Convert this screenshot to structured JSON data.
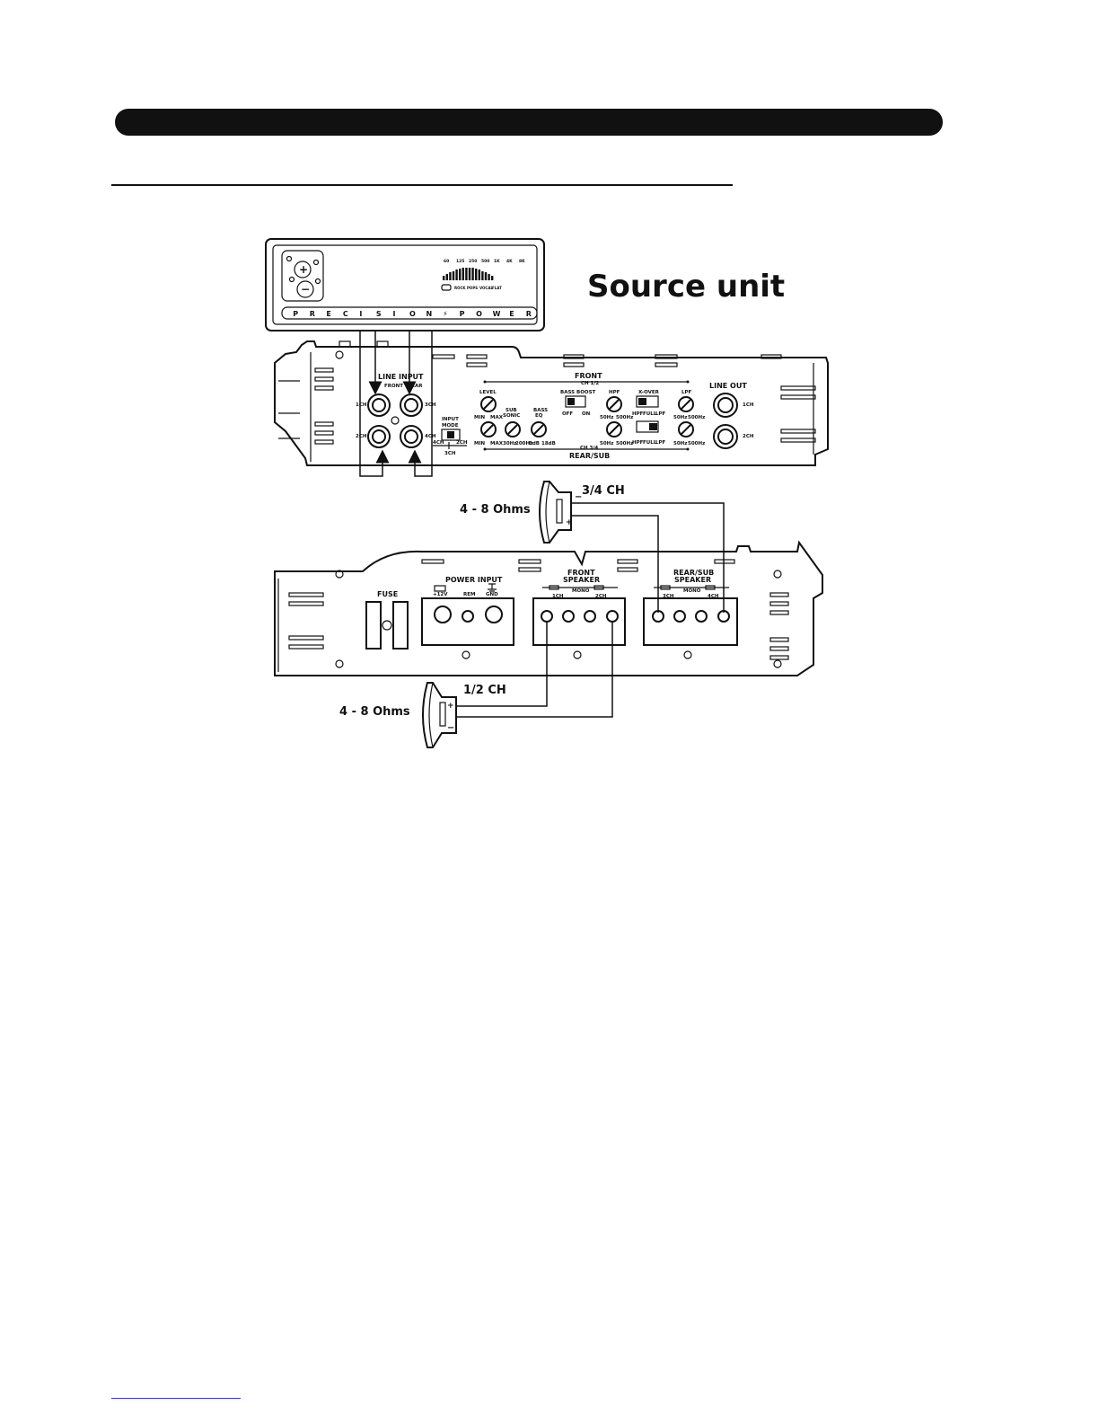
{
  "source_unit": {
    "title": "Source unit",
    "brand_letters": [
      "P",
      "R",
      "E",
      "C",
      "I",
      "S",
      "I",
      "O",
      "N",
      "⚡",
      "P",
      "O",
      "W",
      "E",
      "R"
    ],
    "eq_top_labels": [
      "60",
      "125",
      "250",
      "500",
      "1K",
      "4K",
      "8K"
    ],
    "eq_bottom_labels": [
      "ROCK",
      "POPS",
      "VOCAL",
      "FLAT"
    ],
    "plus_symbol": "+",
    "minus_symbol": "−"
  },
  "input_amp": {
    "line_input": "LINE INPUT",
    "front": "FRONT",
    "rear": "REAR",
    "ch_1": "1CH",
    "ch_2": "2CH",
    "ch_3": "3CH",
    "ch_4": "4CH",
    "input_mode": "INPUT",
    "input_mode_2": "MODE",
    "mode_4ch": "4CH",
    "mode_2ch": "2CH",
    "mode_3ch": "3CH",
    "front_section": "FRONT",
    "front_sub": "CH 1/2",
    "rear_section": "REAR/SUB",
    "rear_sub": "CH 3/4",
    "level": "LEVEL",
    "min": "MIN",
    "max": "MAX",
    "bass_boost": "BASS BOOST",
    "off": "OFF",
    "on": "ON",
    "sub_sonic": "SUB",
    "sub_sonic_2": "SONIC",
    "bass_eq": "BASS",
    "bass_eq_2": "EQ",
    "hz_30": "30Hz",
    "hz_200": "200Hz",
    "db_0": "0dB",
    "db_18": "18dB",
    "hpf": "HPF",
    "hz_50": "50Hz",
    "hz_500": "500Hz",
    "x_over": "X-OVER",
    "hpf_s": "HPF",
    "full": "FULL",
    "lpf_s": "LPF",
    "lpf": "LPF",
    "line_out": "LINE OUT",
    "out_1ch": "1CH",
    "out_2ch": "2CH"
  },
  "output_amp": {
    "fuse": "FUSE",
    "power_input": "POWER INPUT",
    "v12": "+12V",
    "rem": "REM",
    "gnd": "GND",
    "front_speaker": "FRONT",
    "front_speaker_2": "SPEAKER",
    "rear_speaker": "REAR/SUB",
    "rear_speaker_2": "SPEAKER",
    "spk_1ch": "1CH",
    "spk_2ch": "2CH",
    "spk_3ch": "3CH",
    "spk_4ch": "4CH",
    "mono": "MONO"
  },
  "speakers": {
    "rear_ch": "3/4 CH",
    "rear_ohms": "4 - 8 Ohms",
    "front_ch": "1/2 CH",
    "front_ohms": "4 - 8 Ohms"
  }
}
